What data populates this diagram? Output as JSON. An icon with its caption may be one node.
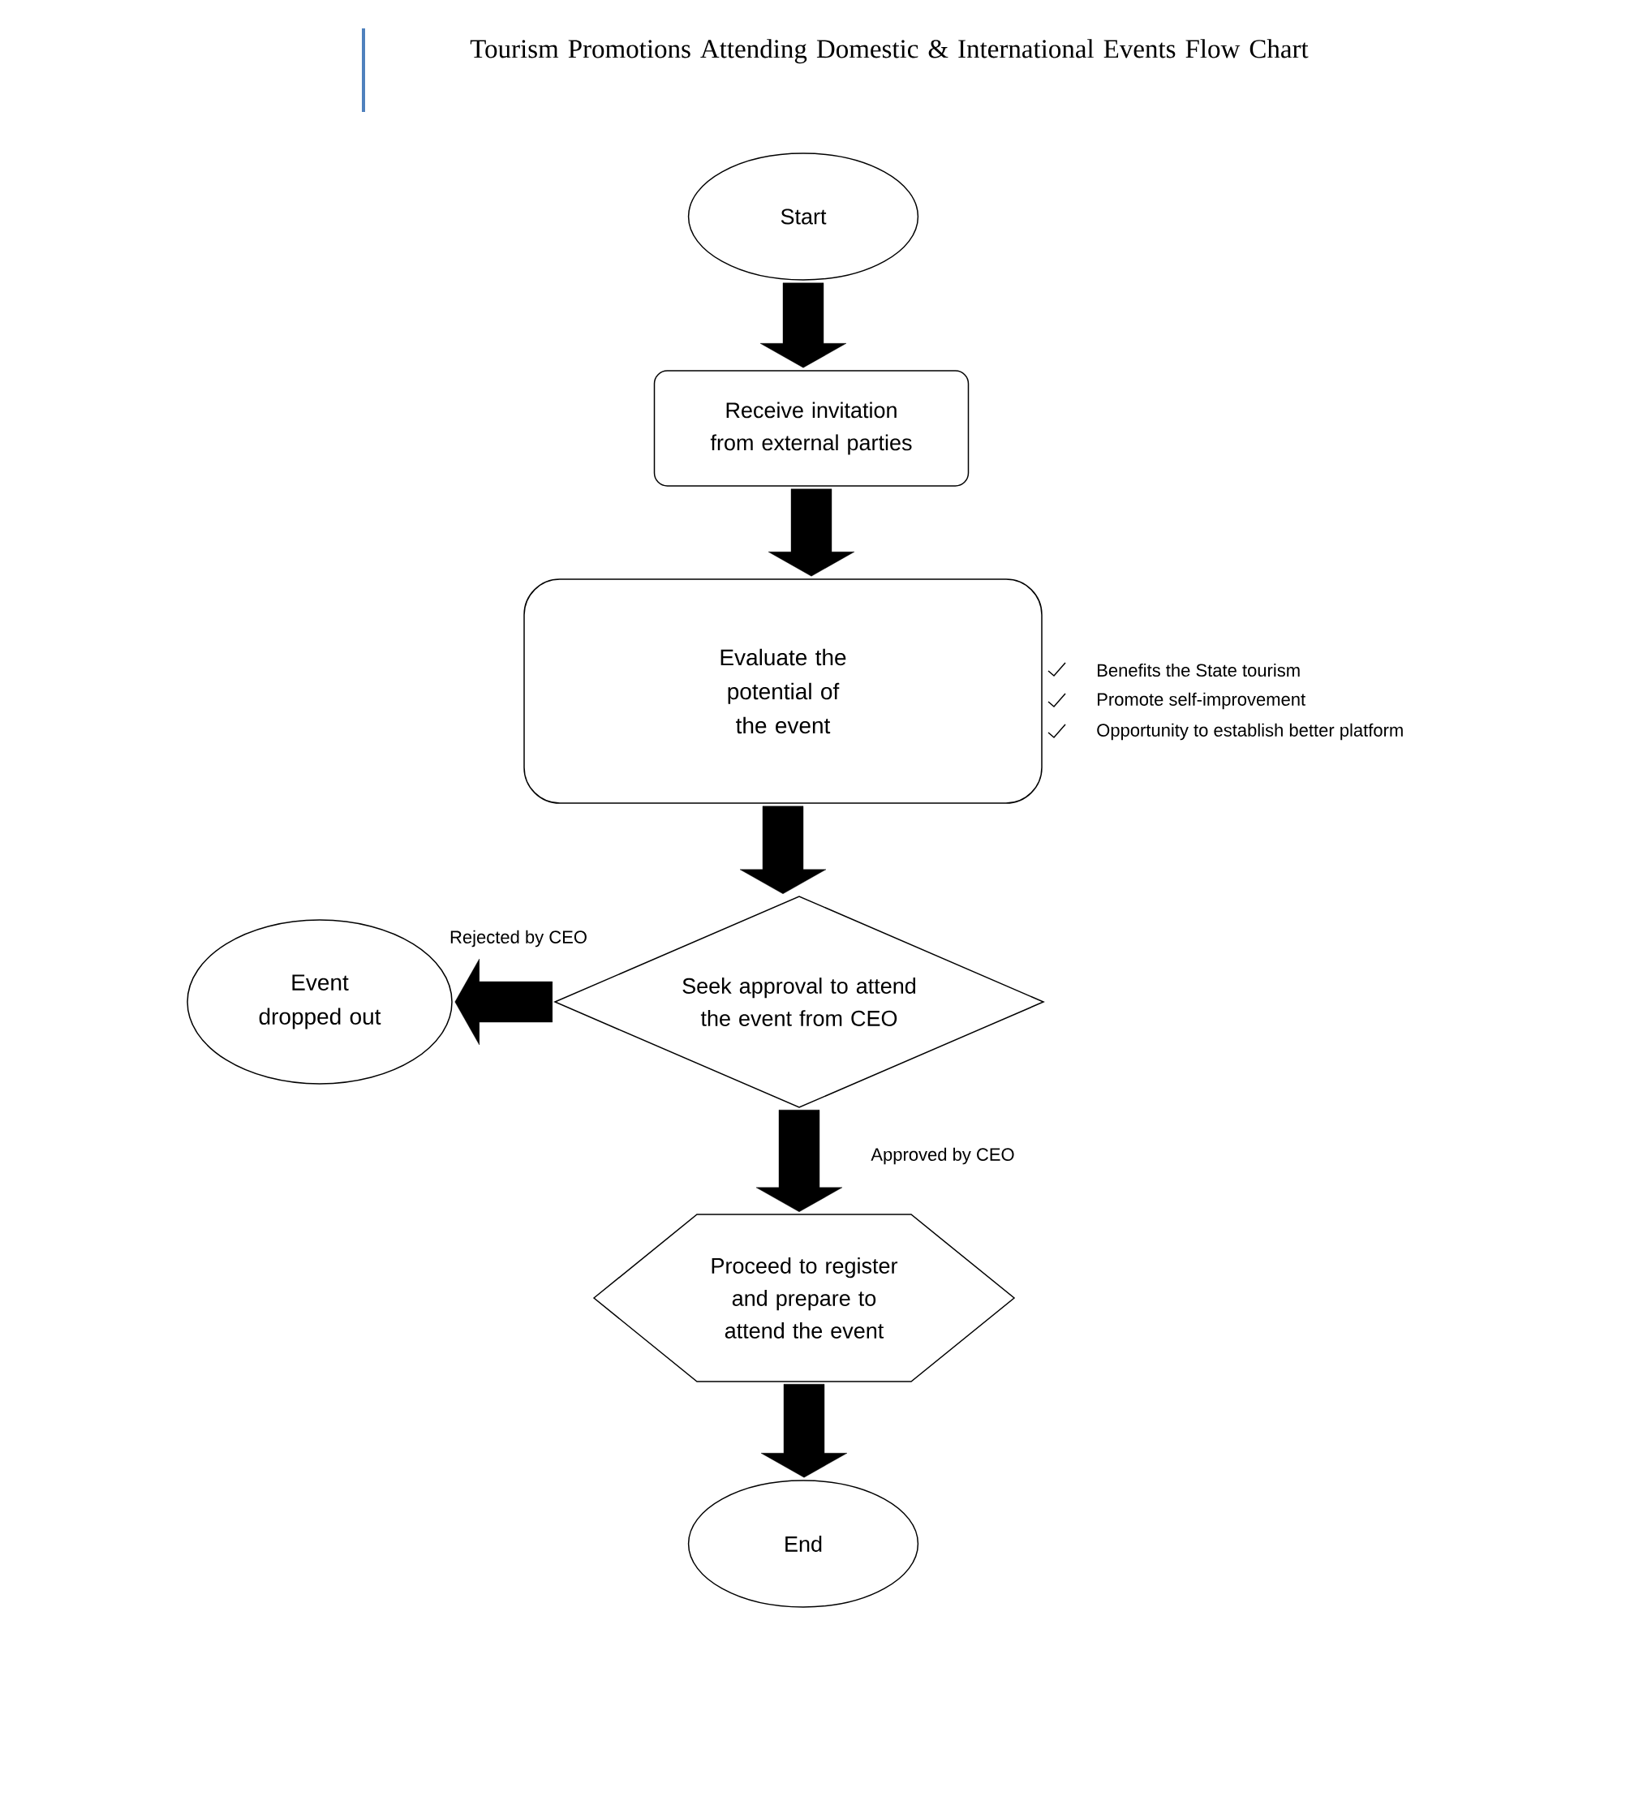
{
  "diagram": {
    "title": "Tourism Promotions Attending Domestic & International Events Flow Chart",
    "nodes": [
      {
        "text": [
          "Start"
        ]
      },
      {
        "text": [
          "Receive invitation from external parties"
        ]
      },
      {
        "text": [
          "Evaluate the potential of the event"
        ],
        "beside": [
          "Benefits the State tourism",
          "Promote self-improvement",
          "Opportunity to establish better platform"
        ]
      },
      {
        "text": [
          "Seek approval to attend the event from CEO"
        ]
      },
      {
        "text": [
          "Event dropped out"
        ]
      },
      {
        "text": [
          "Proceed to register and prepare to attend the event"
        ]
      },
      {
        "text": [
          "End"
        ]
      }
    ],
    "edges": [
      {
        "from": 0,
        "to": 1,
        "arrow": "to"
      },
      {
        "from": 1,
        "to": 2,
        "arrow": "to"
      },
      {
        "from": 2,
        "to": 3,
        "arrow": "to"
      },
      {
        "from": 3,
        "to": 4,
        "arrow": "to",
        "label": "Rejected by CEO"
      },
      {
        "from": 3,
        "to": 5,
        "arrow": "to",
        "label": "Approved by CEO"
      },
      {
        "from": 5,
        "to": 6,
        "arrow": "to"
      }
    ]
  }
}
